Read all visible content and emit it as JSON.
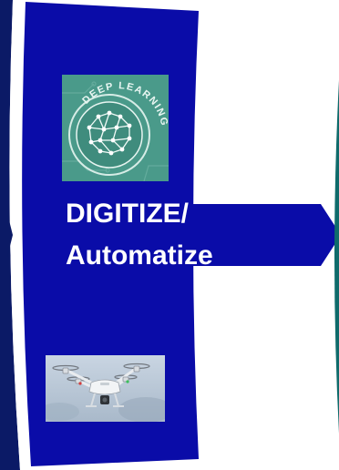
{
  "stage": {
    "title_line1": "DIGITIZE/",
    "title_line2": "Automatize"
  },
  "badge": {
    "text": "DEEP LEARNING",
    "icon": "brain-network-icon"
  },
  "photo": {
    "icon": "drone-icon"
  },
  "colors": {
    "stage_blue": "#0a0ca8",
    "left_arrow": "#0b1a66",
    "right_arrow_teal": "#0f6b6b",
    "badge_teal": "#4a9a8a",
    "white": "#ffffff"
  }
}
